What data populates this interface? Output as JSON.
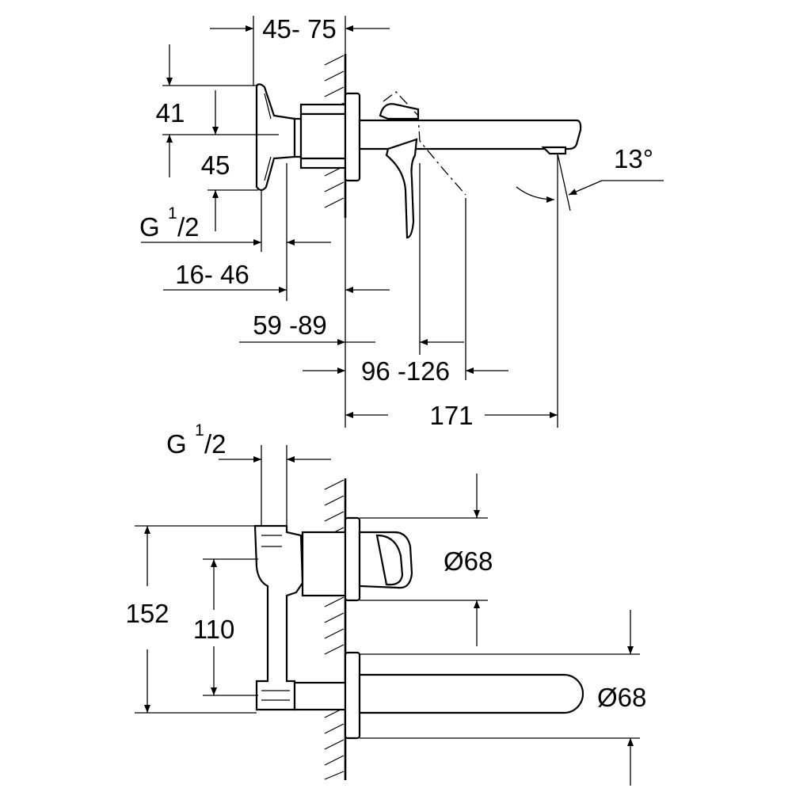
{
  "side_view": {
    "dim_projection": "45- 75",
    "dim_lever_top": "41",
    "dim_lever_axis": "45",
    "thread_label": {
      "main": "G",
      "num": "1",
      "den": "/2"
    },
    "dim_thread_offset": "16- 46",
    "dim_wall_depth": "59 -89",
    "dim_spout_tip": "96 -126",
    "dim_total_length": "171",
    "angle": "13°"
  },
  "front_view": {
    "thread_label": {
      "main": "G",
      "num": "1",
      "den": "/2"
    },
    "dim_total_height": "152",
    "dim_center_distance": "110",
    "dia_handle": "Ø68",
    "dia_spout": "Ø68"
  }
}
